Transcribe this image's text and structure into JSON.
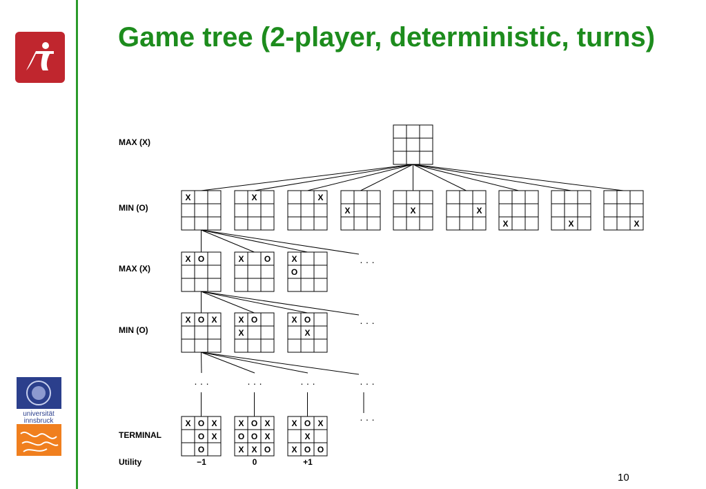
{
  "slide": {
    "title": "Game tree (2-player, deterministic, turns)",
    "page_number": "10",
    "accent_color": "#1d8c1d",
    "sti_logo_color": "#c0262e",
    "uibk_logo_text_line1": "universität",
    "uibk_logo_text_line2": "innsbruck"
  },
  "diagram": {
    "level_labels": [
      "MAX (X)",
      "MIN (O)",
      "MAX (X)",
      "MIN (O)",
      "TERMINAL",
      "Utility"
    ],
    "ellipsis": "· · ·",
    "root": [
      "",
      "",
      "",
      "",
      "",
      "",
      "",
      "",
      ""
    ],
    "level1": [
      [
        "X",
        "",
        "",
        "",
        "",
        "",
        "",
        "",
        ""
      ],
      [
        "",
        "X",
        "",
        "",
        "",
        "",
        "",
        "",
        ""
      ],
      [
        "",
        "",
        "X",
        "",
        "",
        "",
        "",
        "",
        ""
      ],
      [
        "",
        "",
        "",
        "X",
        "",
        "",
        "",
        "",
        ""
      ],
      [
        "",
        "",
        "",
        "",
        "X",
        "",
        "",
        "",
        ""
      ],
      [
        "",
        "",
        "",
        "",
        "",
        "X",
        "",
        "",
        ""
      ],
      [
        "",
        "",
        "",
        "",
        "",
        "",
        "X",
        "",
        ""
      ],
      [
        "",
        "",
        "",
        "",
        "",
        "",
        "",
        "X",
        ""
      ],
      [
        "",
        "",
        "",
        "",
        "",
        "",
        "",
        "",
        "X"
      ]
    ],
    "level2": [
      [
        "X",
        "O",
        "",
        "",
        "",
        "",
        "",
        "",
        ""
      ],
      [
        "X",
        "",
        "O",
        "",
        "",
        "",
        "",
        "",
        ""
      ],
      [
        "X",
        "",
        "",
        "O",
        "",
        "",
        "",
        "",
        ""
      ]
    ],
    "level3": [
      [
        "X",
        "O",
        "X",
        "",
        "",
        "",
        "",
        "",
        ""
      ],
      [
        "X",
        "O",
        "",
        "X",
        "",
        "",
        "",
        "",
        ""
      ],
      [
        "X",
        "O",
        "",
        "",
        "X",
        "",
        "",
        "",
        ""
      ]
    ],
    "terminal": [
      [
        "X",
        "O",
        "X",
        "",
        "O",
        "X",
        "",
        "O",
        ""
      ],
      [
        "X",
        "O",
        "X",
        "O",
        "O",
        "X",
        "X",
        "X",
        "O"
      ],
      [
        "X",
        "O",
        "X",
        "",
        "X",
        "",
        "X",
        "O",
        "O"
      ]
    ],
    "utilities": [
      "−1",
      "0",
      "+1"
    ]
  }
}
